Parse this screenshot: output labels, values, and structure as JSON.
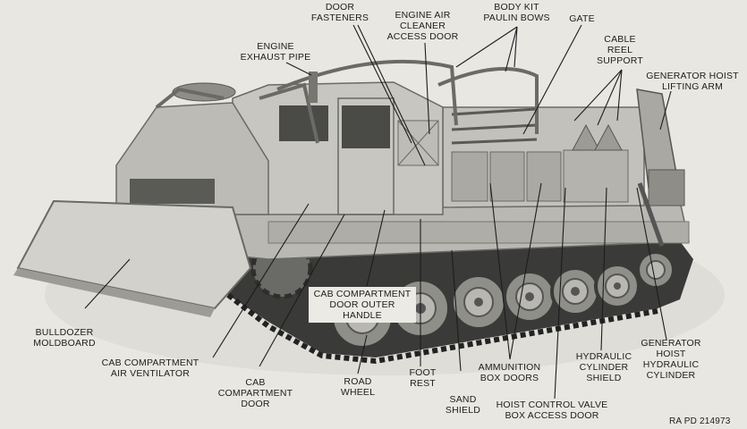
{
  "labels": {
    "door_fasteners": "DOOR\nFASTENERS",
    "engine_air_cleaner": "ENGINE AIR\nCLEANER\nACCESS DOOR",
    "body_kit_paulin_bows": "BODY KIT\nPAULIN BOWS",
    "gate": "GATE",
    "cable_reel_support": "CABLE\nREEL\nSUPPORT",
    "generator_hoist_lifting_arm": "GENERATOR HOIST\nLIFTING ARM",
    "engine_exhaust_pipe": "ENGINE\nEXHAUST PIPE",
    "bulldozer_moldboard": "BULLDOZER\nMOLDBOARD",
    "cab_compartment_door_outer_handle": "CAB COMPARTMENT\nDOOR OUTER\nHANDLE",
    "cab_compartment_air_ventilator": "CAB COMPARTMENT\nAIR VENTILATOR",
    "cab_compartment_door": "CAB\nCOMPARTMENT\nDOOR",
    "road_wheel": "ROAD\nWHEEL",
    "foot_rest": "FOOT\nREST",
    "sand_shield": "SAND\nSHIELD",
    "ammunition_box_doors": "AMMUNITION\nBOX DOORS",
    "hoist_control_valve": "HOIST CONTROL VALVE\nBOX ACCESS DOOR",
    "hydraulic_cylinder_shield": "HYDRAULIC\nCYLINDER\nSHIELD",
    "generator_hoist_hydraulic_cylinder": "GENERATOR\nHOIST\nHYDRAULIC\nCYLINDER"
  },
  "reference": "RA PD 214973"
}
